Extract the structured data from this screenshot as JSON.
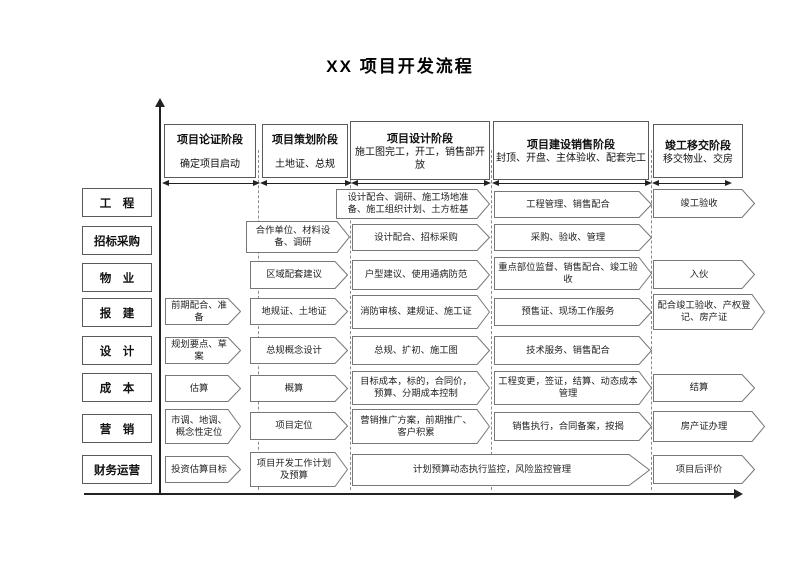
{
  "title": "XX 项目开发流程",
  "phases": [
    {
      "title": "项目论证阶段",
      "subtitle": "确定项目启动"
    },
    {
      "title": "项目策划阶段",
      "subtitle": "土地证、总规"
    },
    {
      "title": "项目设计阶段",
      "subtitle": "施工图完工，开工，销售部开放"
    },
    {
      "title": "项目建设销售阶段",
      "subtitle": "封顶、开盘、主体验收、配套完工"
    },
    {
      "title": "竣工移交阶段",
      "subtitle": "移交物业、交房"
    }
  ],
  "lanes": [
    {
      "label": "工　程",
      "boxes": [
        {
          "text": "设计配合、调研、施工场地准备、施工组织计划、土方桩基"
        },
        {
          "text": "工程管理、销售配合"
        },
        {
          "text": "竣工验收"
        }
      ]
    },
    {
      "label": "招标采购",
      "boxes": [
        {
          "text": "合作单位、材料设备、调研"
        },
        {
          "text": "设计配合、招标采购"
        },
        {
          "text": "采购、验收、管理"
        }
      ]
    },
    {
      "label": "物　业",
      "boxes": [
        {
          "text": "区域配套建议"
        },
        {
          "text": "户型建议、使用通病防范"
        },
        {
          "text": "重点部位监督、销售配合、竣工验收"
        },
        {
          "text": "入伙"
        }
      ]
    },
    {
      "label": "报　建",
      "boxes": [
        {
          "text": "前期配合、准备"
        },
        {
          "text": "地规证、土地证"
        },
        {
          "text": "消防审核、建规证、施工证"
        },
        {
          "text": "预售证、现场工作服务"
        },
        {
          "text": "配合竣工验收、产权登记、房产证"
        }
      ]
    },
    {
      "label": "设　计",
      "boxes": [
        {
          "text": "规划要点、草案"
        },
        {
          "text": "总规概念设计"
        },
        {
          "text": "总规、扩初、施工图"
        },
        {
          "text": "技术服务、销售配合"
        }
      ]
    },
    {
      "label": "成　本",
      "boxes": [
        {
          "text": "估算"
        },
        {
          "text": "概算"
        },
        {
          "text": "目标成本，标的，合同价，预算、分期成本控制"
        },
        {
          "text": "工程变更，签证，结算、动态成本管理"
        },
        {
          "text": "结算"
        }
      ]
    },
    {
      "label": "营　销",
      "boxes": [
        {
          "text": "市调、地调、概念性定位"
        },
        {
          "text": "项目定位"
        },
        {
          "text": "营销推广方案，前期推广、客户积累"
        },
        {
          "text": "销售执行，合同备案，按揭"
        },
        {
          "text": "房产证办理"
        }
      ]
    },
    {
      "label": "财务运营",
      "boxes": [
        {
          "text": "投资估算目标"
        },
        {
          "text": "项目开发工作计划及预算"
        },
        {
          "text": "计划预算动态执行监控，风险监控管理"
        },
        {
          "text": "项目后评价"
        }
      ]
    }
  ]
}
